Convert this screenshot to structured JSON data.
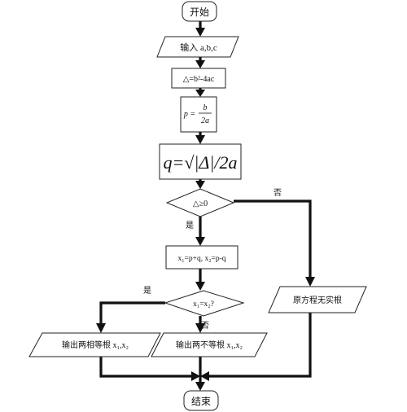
{
  "nodes": {
    "start": "开始",
    "input": "输入 a,b,c",
    "delta": "△=b²-4ac",
    "p_lhs": "p =",
    "p_num": "b",
    "p_den": "2a",
    "q_formula": "q=√|Δ|/2a",
    "cond_delta": "△≥0",
    "roots": "x₁=p+q, x₂=p-q",
    "cond_equal": "x₁=x₂?",
    "out_equal": "输出两相等根 x₁,x₂",
    "out_unequal": "输出两不等根 x₁,x₂",
    "no_real": "原方程无实根",
    "end": "结束"
  },
  "edges": {
    "no1": "否",
    "yes1": "是",
    "yes2": "是",
    "no2": "否"
  }
}
